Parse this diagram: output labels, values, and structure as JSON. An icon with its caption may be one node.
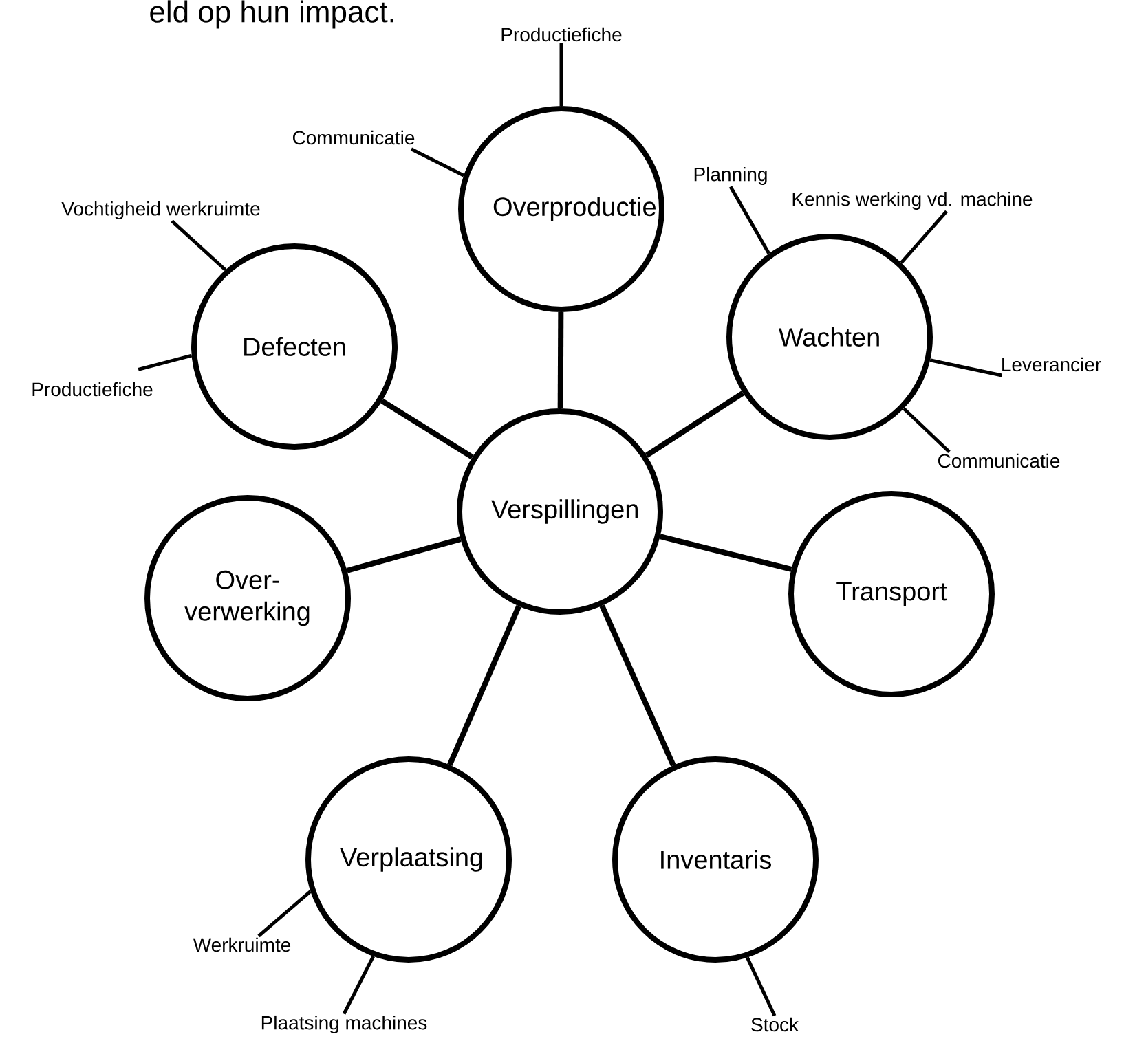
{
  "diagram": {
    "nodes": [
      {
        "text": [
          "Verspillingen"
        ]
      },
      {
        "text": [
          "Overproductie"
        ]
      },
      {
        "text": [
          "Wachten"
        ]
      },
      {
        "text": [
          "Transport"
        ]
      },
      {
        "text": [
          "Inventaris"
        ]
      },
      {
        "text": [
          "Verplaatsing"
        ]
      },
      {
        "text": [
          "Over-verwerking"
        ]
      },
      {
        "text": [
          "Defecten"
        ]
      },
      {
        "text": [
          "Productiefiche"
        ]
      },
      {
        "text": [
          "Communicatie"
        ]
      },
      {
        "text": [
          "Vochtigheid werkruimte"
        ]
      },
      {
        "text": [
          "Productiefiche"
        ]
      },
      {
        "text": [
          "Planning"
        ]
      },
      {
        "text": [
          "Kennis werking vd. machine"
        ]
      },
      {
        "text": [
          "Leverancier"
        ]
      },
      {
        "text": [
          "Communicatie"
        ]
      },
      {
        "text": [
          "Werkruimte"
        ]
      },
      {
        "text": [
          "Plaatsing machines"
        ]
      },
      {
        "text": [
          "Stock"
        ]
      }
    ],
    "edges": [
      {
        "from": 0,
        "to": 1,
        "arrow": "none"
      },
      {
        "from": 0,
        "to": 2,
        "arrow": "none"
      },
      {
        "from": 0,
        "to": 3,
        "arrow": "none"
      },
      {
        "from": 0,
        "to": 4,
        "arrow": "none"
      },
      {
        "from": 0,
        "to": 5,
        "arrow": "none"
      },
      {
        "from": 0,
        "to": 6,
        "arrow": "none"
      },
      {
        "from": 0,
        "to": 7,
        "arrow": "none"
      },
      {
        "from": 1,
        "to": 8,
        "arrow": "none"
      },
      {
        "from": 1,
        "to": 9,
        "arrow": "none"
      },
      {
        "from": 7,
        "to": 10,
        "arrow": "none"
      },
      {
        "from": 7,
        "to": 11,
        "arrow": "none"
      },
      {
        "from": 2,
        "to": 12,
        "arrow": "none"
      },
      {
        "from": 2,
        "to": 13,
        "arrow": "none"
      },
      {
        "from": 2,
        "to": 14,
        "arrow": "none"
      },
      {
        "from": 2,
        "to": 15,
        "arrow": "none"
      },
      {
        "from": 5,
        "to": 16,
        "arrow": "none"
      },
      {
        "from": 5,
        "to": 17,
        "arrow": "none"
      },
      {
        "from": 4,
        "to": 18,
        "arrow": "none"
      }
    ],
    "labels": [
      "eld op hun impact."
    ]
  }
}
